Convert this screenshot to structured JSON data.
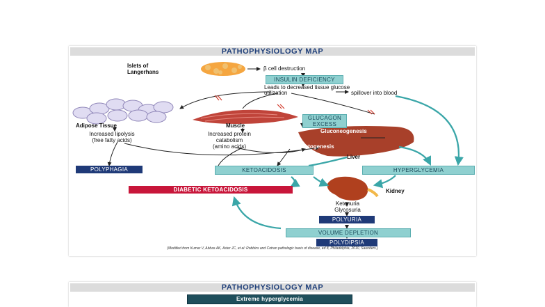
{
  "panel1": {
    "title": "PATHOPHYSIOLOGY MAP",
    "islets_label": "Islets of\nLangerhans",
    "beta_cell": "β cell destruction",
    "insulin_deficiency": "INSULIN DEFICIENCY",
    "leads_line1": "Leads to decreased tissue glucose",
    "leads_line2": "utilization",
    "spillover": "spillover into blood",
    "adipose_title": "Adipose Tissue",
    "adipose_text": "Increased lipolysis\n(free fatty acids)",
    "muscle_title": "Muscle",
    "muscle_text": "Increased protein\ncatabolism\n(amino acids)",
    "glucagon_excess": "GLUCAGON\nEXCESS",
    "gluconeogenesis": "Gluconeogenesis",
    "ketogenesis": "Ketogenesis",
    "liver": "Liver",
    "polyphagia": "POLYPHAGIA",
    "ketoacidosis": "KETOACIDOSIS",
    "hyperglycemia": "HYPERGLYCEMIA",
    "diabetic_ketoacidosis": "DIABETIC KETOACIDOSIS",
    "kidney": "Kidney",
    "ketonuria": "Ketonuria\nGlycosuria",
    "polyuria": "POLYURIA",
    "volume_depletion": "VOLUME DEPLETION",
    "polydipsia": "POLYDIPSIA",
    "caption": "(Modified from Kumar V, Abbas AK, Aster JC, et al: Robbins and Cotran pathologic basis of disease, ed 8, Philadelphia, 2010, Saunders.)"
  },
  "panel2": {
    "title": "PATHOPHYSIOLOGY MAP",
    "extreme_hyperglycemia": "Extreme hyperglycemia"
  },
  "colors": {
    "teal": "#8fd0d0",
    "navy": "#1f3a78",
    "red": "#c8163a",
    "arrow_teal": "#3aa6a8"
  }
}
